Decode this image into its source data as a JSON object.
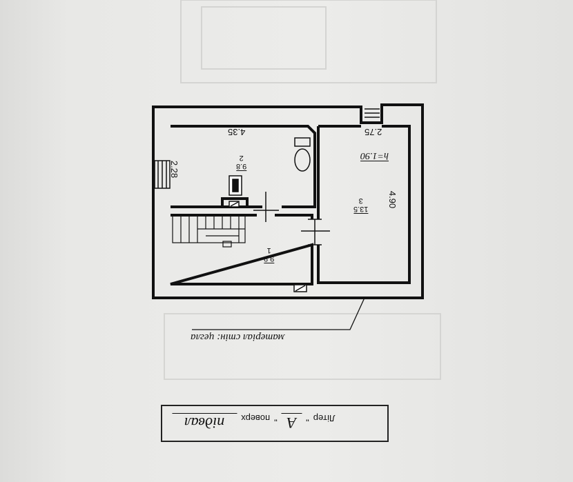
{
  "plan": {
    "rooms": [
      {
        "id": "1",
        "number": "1",
        "area": "9.9"
      },
      {
        "id": "2",
        "number": "2",
        "area": "9.8",
        "width": "4.35",
        "height": "2.28"
      },
      {
        "id": "3",
        "number": "3",
        "area": "13.5",
        "width": "2.75",
        "height": "4.90"
      }
    ],
    "ceiling_height": "h=1.90",
    "wall_material": "матеріал стін: цегла"
  },
  "title_block": {
    "litera_label": "Літер",
    "litera_value": "А",
    "quote_open": "\"",
    "quote_close": "\"",
    "floor_label": "поверх",
    "floor_value": "підвал"
  },
  "colors": {
    "ink": "#111111",
    "paper": "#e9e9e7",
    "ghost": "#cfcfcd"
  }
}
